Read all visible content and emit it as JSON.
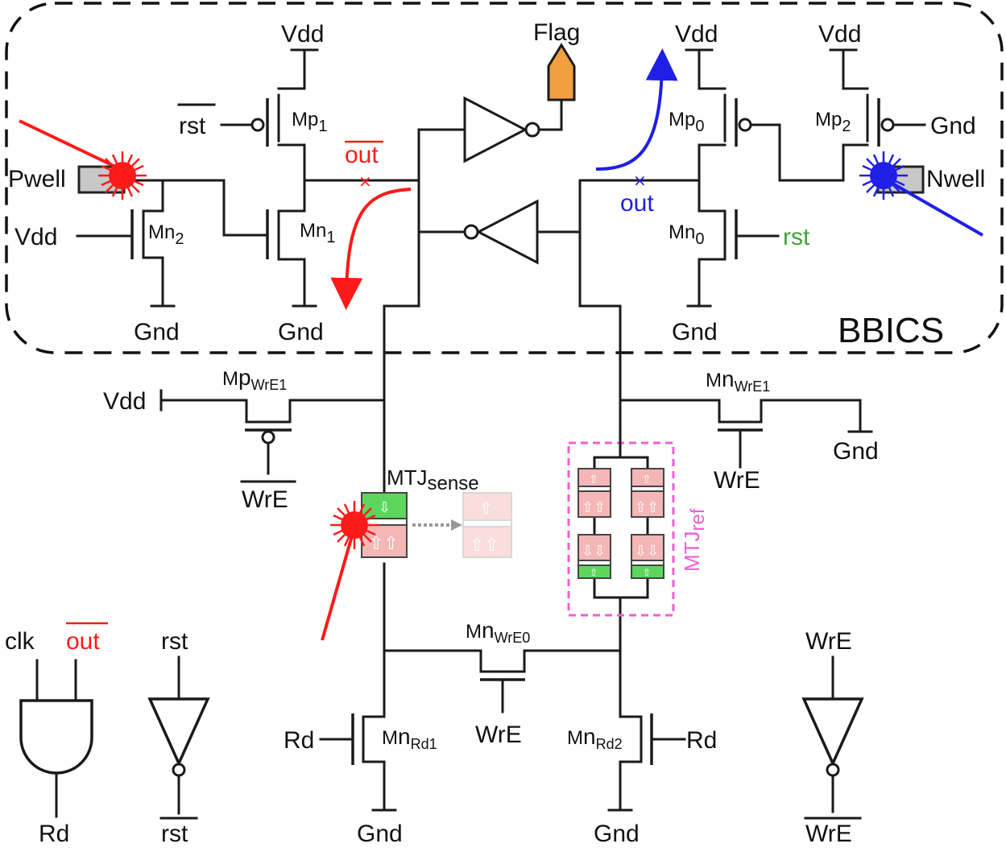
{
  "labels": {
    "bbics": "BBICS",
    "flag": "Flag",
    "pwell": "Pwell",
    "nwell": "Nwell",
    "vdd": "Vdd",
    "gnd": "Gnd",
    "rst": "rst",
    "out": "out",
    "clk": "clk",
    "rd": "Rd",
    "wre": "WrE",
    "mtj_sense_main": "MTJ",
    "mtj_sense_sub": "sense",
    "mtj_ref_main": "MTJ",
    "mtj_ref_sub": "ref"
  },
  "transistors": {
    "mp1": {
      "main": "M",
      "sub": "p",
      "idx": "1"
    },
    "mn1": {
      "main": "M",
      "sub": "n",
      "idx": "1"
    },
    "mn2": {
      "main": "M",
      "sub": "n",
      "idx": "2"
    },
    "mp0": {
      "main": "M",
      "sub": "p",
      "idx": "0"
    },
    "mn0": {
      "main": "M",
      "sub": "n",
      "idx": "0"
    },
    "mp2": {
      "main": "M",
      "sub": "p",
      "idx": "2"
    },
    "mpwre1": {
      "main": "M",
      "sub": "p",
      "idx": "WrE1"
    },
    "mnwre1": {
      "main": "M",
      "sub": "n",
      "idx": "WrE1"
    },
    "mnwre0": {
      "main": "M",
      "sub": "n",
      "idx": "WrE0"
    },
    "mnrd1": {
      "main": "M",
      "sub": "n",
      "idx": "Rd1"
    },
    "mnrd2": {
      "main": "M",
      "sub": "n",
      "idx": "Rd2"
    }
  },
  "colors": {
    "laser_red": "#ff1a1a",
    "laser_blue": "#1f1fe6",
    "rst_green": "#3fa33f",
    "flag_orange": "#f0a040",
    "mtj_pink": "#f4b6b6",
    "mtj_green": "#5ed65e",
    "mtj_ref_border": "#f060d0",
    "outline": "#1a1a1a"
  }
}
